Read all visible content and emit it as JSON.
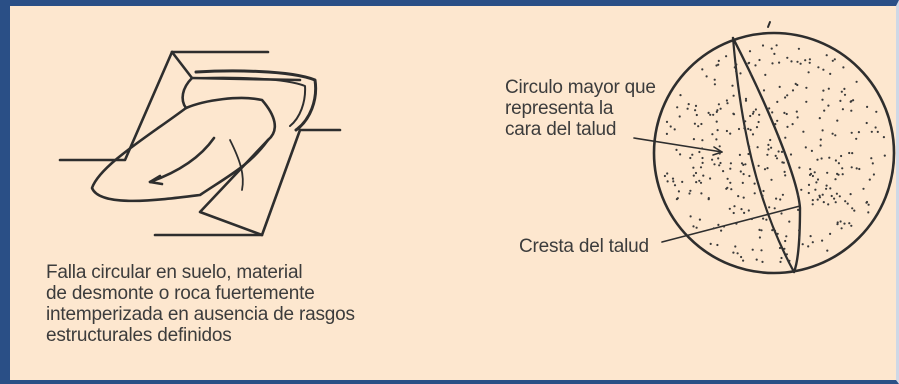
{
  "figure": {
    "left_caption": [
      "Falla circular en suelo, material",
      "de desmonte o roca fuertemente",
      "intemperizada en ausencia de rasgos",
      "estructurales definidos"
    ],
    "stereonet_labels": {
      "great_circle": [
        "Circulo mayor que",
        "representa la",
        "cara del talud"
      ],
      "crest": "Cresta del talud"
    }
  },
  "colors": {
    "background": "#fde7cf",
    "border": "#2a4f86",
    "ink": "#3c3c3c"
  }
}
